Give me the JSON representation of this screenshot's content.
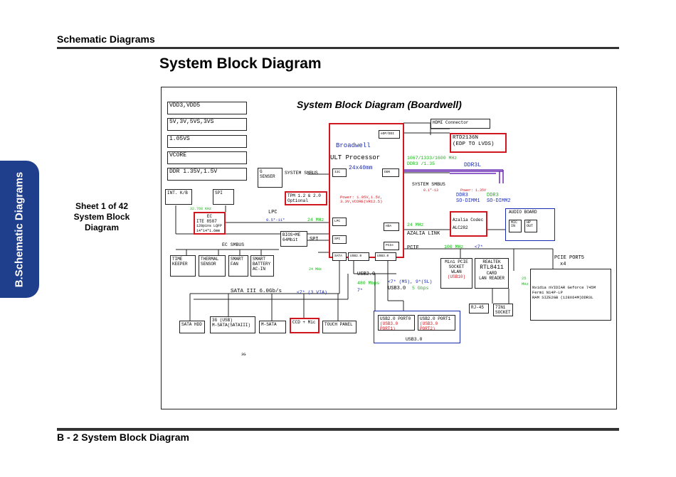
{
  "header": {
    "title": "Schematic  Diagrams"
  },
  "page_title": "System Block Diagram",
  "side_tab": "B.Schematic Diagrams",
  "sheet_label": [
    "Sheet 1 of 42",
    "System Block",
    "Diagram"
  ],
  "footer": {
    "text": "B - 2   System Block Diagram"
  },
  "diagram": {
    "title": "System Block Diagram (Boardwell)",
    "power_rails": [
      "VDD3,VDD5",
      "5V,3V,5VS,3VS",
      "1.05VS",
      "VCORE",
      "DDR 1.35V,1.5V"
    ],
    "cpu": {
      "name": "Broadwell",
      "subtitle": "ULT Processor",
      "size": "24x40mm",
      "power": "Power: 1.05V,1.5V, 3.3V,VCORE(VR12.5)",
      "ports": {
        "edp": "eDP/DDI",
        "i2c": "I2C",
        "ddr": "DDR",
        "lpc": "LPC",
        "hda": "HDA",
        "spi": "SPI",
        "pcie": "PCIe",
        "sata": "SATA",
        "usb2": "USB2.0",
        "usb3": "USB3.0"
      }
    },
    "hdmi": "HDMI Connector",
    "rtd": [
      "RTD2136N",
      "(EDP TO LVDS)"
    ],
    "ddr_speed": [
      "1067/1333/1600 MHz",
      "DDR3 /1.35"
    ],
    "ddr3l": "DDR3L",
    "system_smbus_right": "SYSTEM SMBUS",
    "ddr_vref": "0.1*-13",
    "ddr_power": "Power: 1.35V",
    "dimm1": [
      "DDR3",
      "SO-DIMM1"
    ],
    "dimm2": [
      "DDR3",
      "SO-DIMM2"
    ],
    "gsensor": [
      "G",
      "SENSER"
    ],
    "system_smbus_left": "SYSTEM SMBUS",
    "int_kb": "INT. K/B",
    "spi_box": "SPI",
    "tpm": [
      "TPM 1.2 & 2.0",
      "Optional"
    ],
    "clk_32k": "32.768 KHz",
    "ec": [
      "EC",
      "ITE 8587",
      "128pins LQFP",
      "14*14*1.6mm"
    ],
    "lpc_label": "LPC",
    "lpc_sub": "0.5*-11*",
    "lpc_clk": "24 MHz",
    "bios": [
      "BIOS+ME",
      "64Mbit"
    ],
    "spi_label": "SPI",
    "ec_smbus": "EC SMBUS",
    "ec_peripherals": [
      [
        "TIME",
        "KEEPER"
      ],
      [
        "THERMAL",
        "SENSOR"
      ],
      [
        "SMART",
        "FAN"
      ],
      [
        "SMART",
        "BATTERY",
        "AC-IN"
      ]
    ],
    "sata_clk": "24 MHz",
    "azalia_clk": "24 MHz",
    "azalia_link": "AZALIA LINK",
    "codec": [
      "Azalia Codec",
      "ALC282"
    ],
    "audio_board": "AUDIO BOARD",
    "mic_in": [
      "MIC",
      "IN"
    ],
    "hp_out": [
      "HP",
      "OUT"
    ],
    "pcie_label": "PCIE",
    "pcie_clk": "100 MHz",
    "pcie_lane": "<7*",
    "mini_pcie": [
      "Mini PCIE",
      "SOCKET",
      "WLAN",
      "(USB10)"
    ],
    "realtek": [
      "REALTEK",
      "RTL8411",
      "CARD",
      "LAN READER"
    ],
    "realtek_clk": [
      "25",
      "MHz"
    ],
    "pcie_port5": [
      "PCIE PORT5",
      "x4"
    ],
    "gpu": [
      "Nvidia nVIDIAR Geforce 745M",
      "Fermi N14P-LP",
      "RAM SIZE2GB (128X64M)DDR3L"
    ],
    "rj45": "RJ-45",
    "card_socket": [
      "7IN1",
      "SOCKET"
    ],
    "usb2_label": "USB2.0",
    "usb2_speed": "480 Mbps",
    "usb2_lane": "7*",
    "usb3_note": "<7* (MS), 9*(SL)",
    "usb3_label": "USB3.0",
    "usb3_speed": "5 Gbps",
    "usb_ports": [
      [
        "USB2.0 PORT0",
        "(USB3.0 PORT1)"
      ],
      [
        "USB2.0 PORT1",
        "(USB3.0 PORT2)"
      ]
    ],
    "usb3_bottom": "USB3.0",
    "sata_label": "SATA III 6.0Gb/s",
    "sata_via": "<7* (3 VIA)",
    "sata_devices": [
      "SATA HDD",
      "3G (USB)\nM-SATA(SATAIII)",
      "M-SATA",
      "CCD + Mic",
      "TOUCH PANEL"
    ],
    "bottom_3g": "3G"
  }
}
